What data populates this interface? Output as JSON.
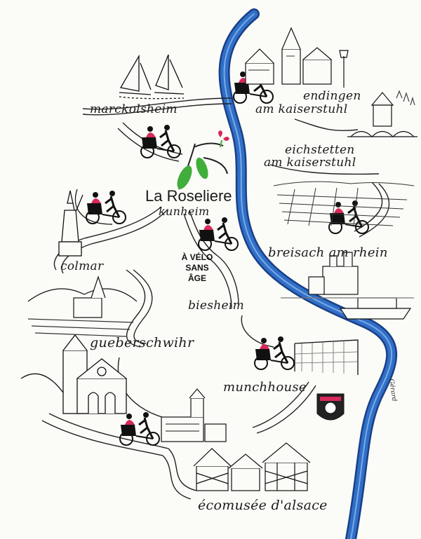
{
  "logo": {
    "brand_line1": "La Roseliere",
    "tagline": [
      "À VÉLO",
      "SANS",
      "ÂGE"
    ]
  },
  "places": {
    "marckolsheim": "marckolsheim",
    "endingen": "endingen",
    "am_kaiserstuhl_1": "am kaiserstuhl",
    "eichstetten": "eichstetten",
    "am_kaiserstuhl_2": "am kaiserstuhl",
    "kunheim": "kunheim",
    "breisach": "breisach am rhein",
    "colmar": "colmar",
    "biesheim": "biesheim",
    "gueberschwihr": "gueberschwihr",
    "munchhouse": "munchhouse",
    "ecomusee": "écomusée d'alsace"
  },
  "artist_signature": "Gérard",
  "colors": {
    "river": "#2f6fc7",
    "river_edge": "#1a3f86",
    "leaf_green": "#3fae3a",
    "flower_pink": "#d8295a",
    "ink": "#1b1b1b"
  },
  "icons": [
    "cycling-rickshaw-icon",
    "sailboat-icon",
    "church-icon",
    "castle-icon",
    "statue-of-liberty-icon",
    "soccer-goal-icon",
    "crest-icon",
    "half-timbered-house-icon",
    "winery-icon",
    "bridge-icon",
    "lamppost-icon",
    "boat-icon"
  ]
}
